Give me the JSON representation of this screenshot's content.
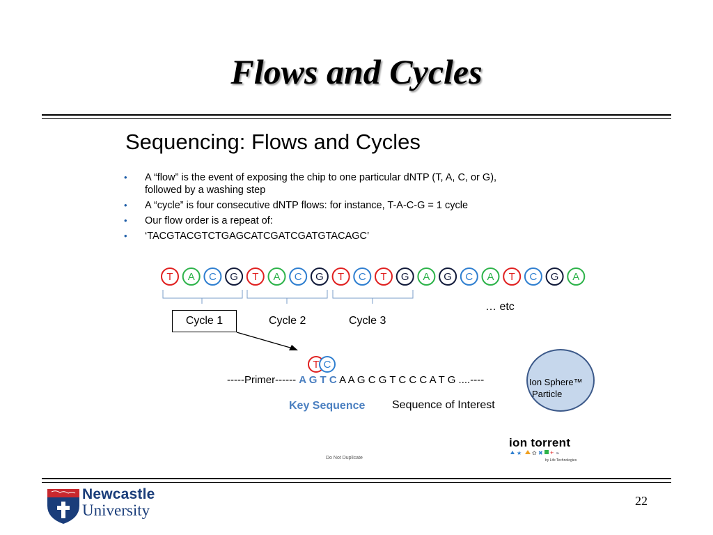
{
  "slide": {
    "title": "Flows and Cycles",
    "number": "22"
  },
  "content": {
    "title": "Sequencing: Flows and Cycles",
    "bullets": [
      "A “flow” is the event of exposing the chip to one particular dNTP (T, A, C, or G),",
      "followed by a washing step",
      "A “cycle” is four consecutive dNTP flows: for instance, T-A-C-G = 1 cycle",
      "Our flow order is a repeat of:",
      "‘TACGTACGTCTGAGCATCGATCGATGTACAGC’"
    ],
    "bullet_marker": "•"
  },
  "flow_diagram": {
    "flows": [
      "T",
      "A",
      "C",
      "G",
      "T",
      "A",
      "C",
      "G",
      "T",
      "C",
      "T",
      "G",
      "A",
      "G",
      "C",
      "A",
      "T",
      "C",
      "G",
      "A"
    ],
    "base_colors": {
      "T": "#e02020",
      "A": "#2db34a",
      "C": "#2f7fd0",
      "G": "#111a3a"
    },
    "cycle_labels": [
      "Cycle 1",
      "Cycle 2",
      "Cycle 3"
    ],
    "etc": "… etc",
    "highlight_bases": [
      "T",
      "C"
    ]
  },
  "sequence": {
    "primer": "-----Primer------ ",
    "key": "A G T C",
    "interest": " A A G C G T C C C A T G ....----",
    "key_label": "Key Sequence",
    "interest_label": "Sequence of Interest",
    "sphere_line1": "Ion Sphere™",
    "sphere_line2": "Particle"
  },
  "footer": {
    "do_not_duplicate": "Do Not Duplicate",
    "ion_torrent": "ion torrent",
    "by_life": "by Life Technologies",
    "uni_name_1": "Newcastle",
    "uni_name_2": "University"
  }
}
